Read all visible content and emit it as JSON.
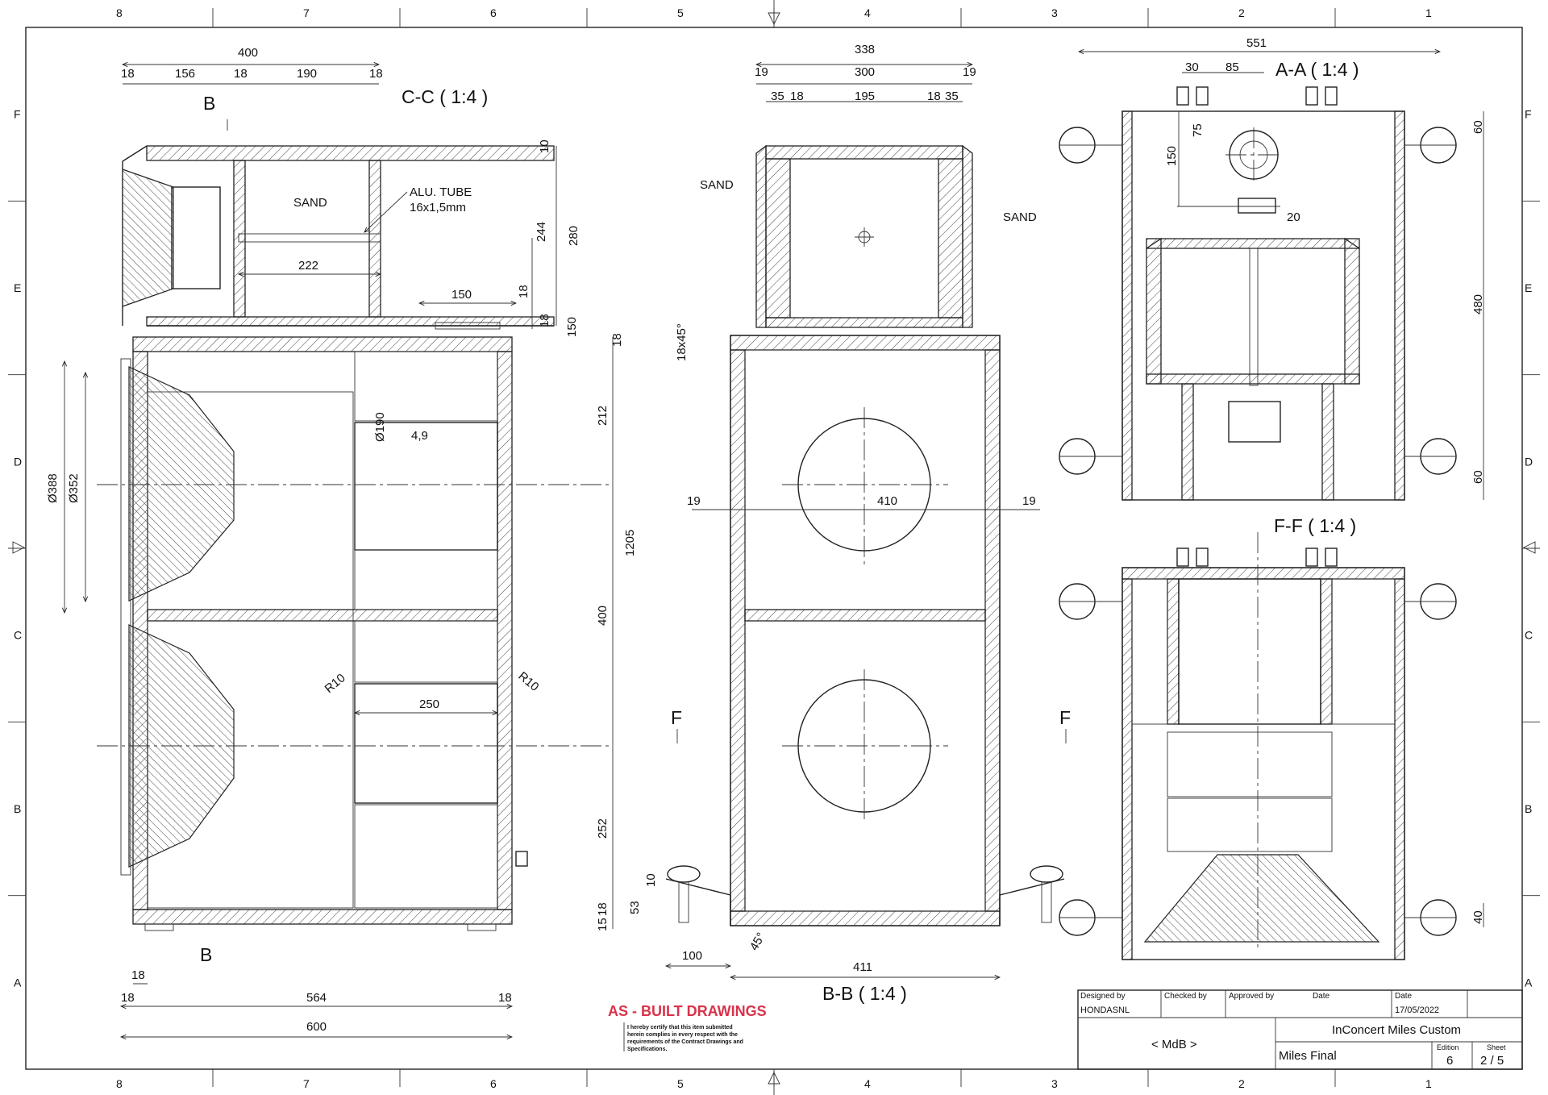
{
  "frame": {
    "columns": [
      "8",
      "7",
      "6",
      "5",
      "4",
      "3",
      "2",
      "1"
    ],
    "rows": [
      "F",
      "E",
      "D",
      "C",
      "B",
      "A"
    ]
  },
  "views": {
    "cc": {
      "title": "C-C ( 1:4 )",
      "section_marker": "B",
      "dims": [
        "400",
        "18",
        "156",
        "18",
        "190",
        "18",
        "222",
        "244",
        "280",
        "150",
        "18",
        "10",
        "150",
        "18"
      ],
      "labels": [
        "SAND",
        "ALU. TUBE",
        "16x1,5mm"
      ]
    },
    "side": {
      "dims": [
        "18",
        "212",
        "1205",
        "400",
        "252",
        "53",
        "10",
        "15",
        "18",
        "18",
        "18",
        "564",
        "18",
        "600",
        "4,9",
        "250"
      ],
      "diameters": [
        "Ø388",
        "Ø352",
        "Ø190"
      ],
      "radii": [
        "R10",
        "R10"
      ],
      "section_marker": "B"
    },
    "bb": {
      "title": "B-B ( 1:4 )",
      "dims": [
        "338",
        "19",
        "300",
        "19",
        "35",
        "18",
        "195",
        "18",
        "35",
        "18x45°",
        "19",
        "410",
        "19",
        "100",
        "411",
        "45°"
      ],
      "labels": [
        "SAND",
        "SAND"
      ],
      "section_marker": "F"
    },
    "aa": {
      "title": "A-A ( 1:4 )",
      "dims": [
        "551",
        "30",
        "85",
        "75",
        "150",
        "20",
        "60",
        "480",
        "60"
      ]
    },
    "ff": {
      "title": "F-F ( 1:4 )",
      "section_marker": "F",
      "dims": [
        "40"
      ]
    }
  },
  "stamp": {
    "heading": "AS - BUILT DRAWINGS",
    "line1": "I hereby certify that this item submitted",
    "line2": "herein complies in every respect with the",
    "line3": "requirements of the Contract Drawings and",
    "line4": "Specifications."
  },
  "title_block": {
    "designed_by_label": "Designed by",
    "designed_by": "HONDASNL",
    "checked_by_label": "Checked by",
    "approved_by_label": "Approved by",
    "date_label_1": "Date",
    "date_label_2": "Date",
    "date": "17/05/2022",
    "company": "< MdB >",
    "project": "InConcert Miles Custom",
    "drawing": "Miles Final",
    "edition_label": "Edition",
    "edition": "6",
    "sheet_label": "Sheet",
    "sheet": "2 / 5"
  }
}
